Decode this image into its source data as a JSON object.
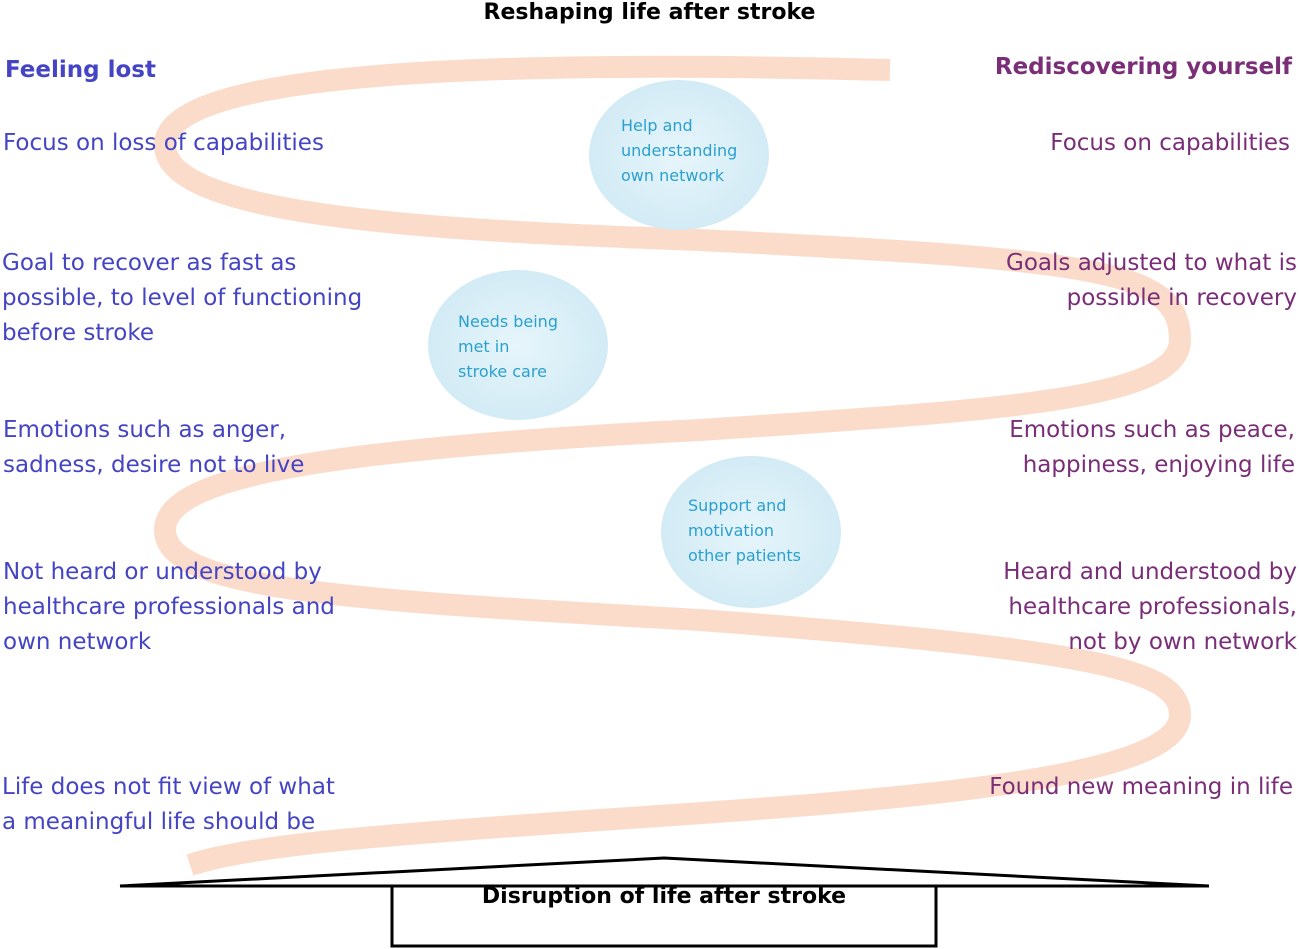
{
  "title": "Reshaping life after stroke",
  "left_heading": "Feeling lost",
  "right_heading": "Rediscovering yourself",
  "left_items": [
    "Focus on loss of capabilities",
    "Goal to recover as fast as\npossible, to level of functioning\nbefore stroke",
    "Emotions such as anger,\nsadness, desire not to live",
    "Not heard or understood by\nhealthcare professionals and\nown network",
    "Life does not fit view of what\na meaningful life should be"
  ],
  "right_items": [
    "Focus on capabilities",
    "Goals adjusted to what is\npossible in recovery",
    "Emotions such as peace,\nhappiness, enjoying life",
    "Heard and understood by\nhealthcare professionals,\nnot by own network",
    "Found new meaning in life"
  ],
  "bubbles": [
    "Help and\nunderstanding\nown network",
    "Needs being\nmet in\nstroke care",
    "Support and\nmotivation\nother patients"
  ],
  "bottom_label": "Disruption of life after stroke",
  "colors": {
    "left_text": "#4444c4",
    "right_text": "#7a2e78",
    "spiral": "#fbdccb",
    "bubble_fill": "#d6eef7",
    "bubble_text": "#2aa0cf"
  }
}
